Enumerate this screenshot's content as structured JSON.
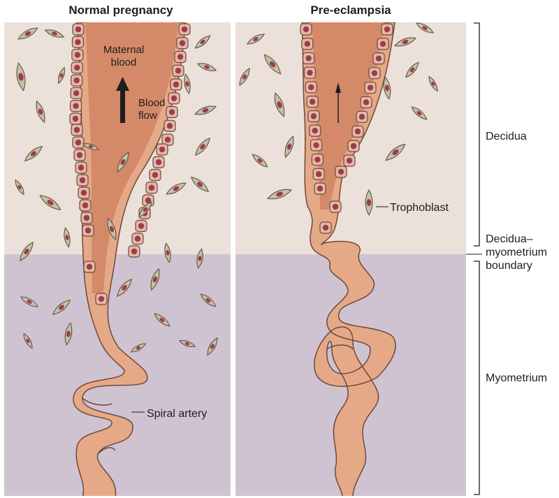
{
  "panels": {
    "left": {
      "title": "Normal pregnancy"
    },
    "right": {
      "title": "Pre-eclampsia"
    }
  },
  "labels": {
    "maternal_blood_line1": "Maternal",
    "maternal_blood_line2": "blood",
    "blood_flow_line1": "Blood",
    "blood_flow_line2": "flow",
    "spiral_artery": "Spiral artery",
    "trophoblast": "Trophoblast"
  },
  "regions": {
    "decidua": "Decidua",
    "boundary_line1": "Decidua–",
    "boundary_line2": "myometrium",
    "boundary_line3": "boundary",
    "myometrium": "Myometrium"
  },
  "colors": {
    "decidua_bg": "#ece0da",
    "myometrium_bg": "#cfc3d1",
    "artery_fill": "#e6a988",
    "artery_stroke": "#6b4a3c",
    "maternal_blood": "#d48a68",
    "cell_fill": "#e5b7a7",
    "nucleus": "#9c3d49",
    "trophoblast_fill": "#c6c1a4"
  }
}
